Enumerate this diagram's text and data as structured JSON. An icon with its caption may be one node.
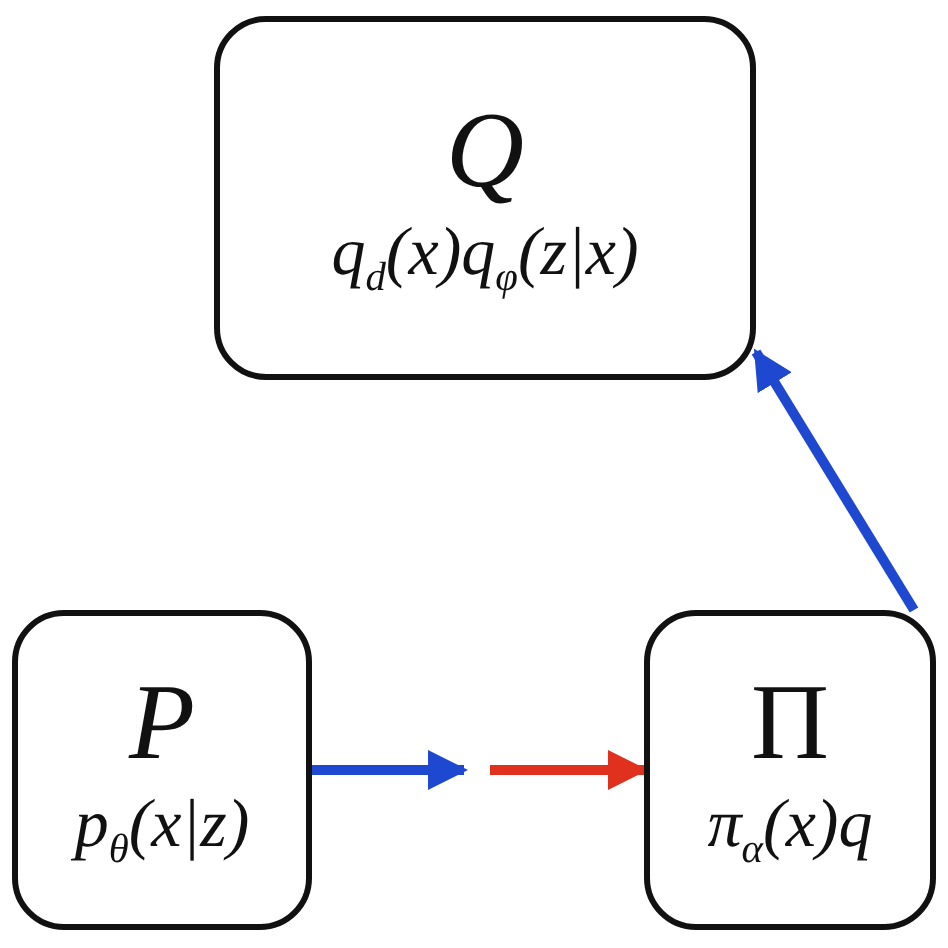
{
  "diagram": {
    "nodes": [
      {
        "text": [
          "Q",
          "q$_{d}$(x)q$_{φ}$(z|x)"
        ]
      },
      {
        "text": [
          "P",
          "p$_{θ}$(x|z)"
        ]
      },
      {
        "text": [
          "Π",
          "π$_{α}$(x)q"
        ]
      }
    ],
    "edges": [
      {
        "from": 1,
        "to": null,
        "arrow": "to",
        "color": "#1f48d0"
      },
      {
        "from": null,
        "to": 2,
        "arrow": "to",
        "color": "#e0301e"
      },
      {
        "from": 2,
        "to": 0,
        "arrow": "to",
        "color": "#1f48d0"
      }
    ]
  }
}
